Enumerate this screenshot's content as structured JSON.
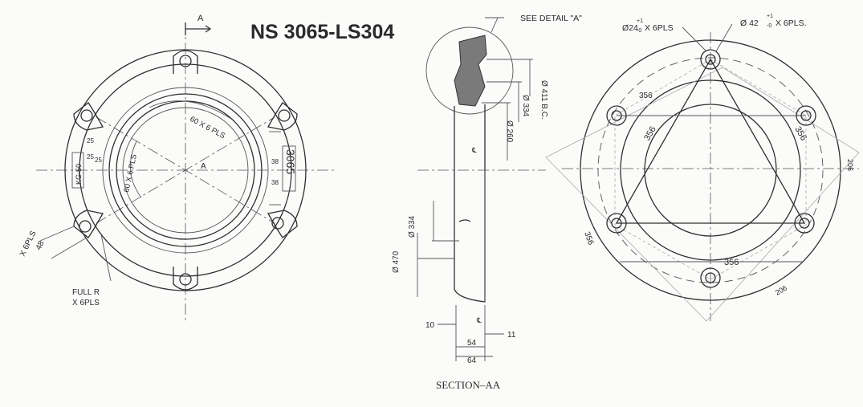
{
  "title": "NS 3065-LS304",
  "front_view": {
    "section_marker": "A",
    "center_marker": "A",
    "slot_callout": "60 X 6 PLS",
    "slot_callout_2": "60 X 6 PLS",
    "dim_25a": "25",
    "dim_25b": "25",
    "dim_25c": "25",
    "dim_38a": "38",
    "dim_38b": "38",
    "marking_left": "KG-50",
    "marking_right": "3065",
    "dim_48": "48",
    "lug_count": "X 6PLS",
    "full_r_line1": "FULL R",
    "full_r_line2": "X 6PLS"
  },
  "section_view": {
    "detail_callout": "SEE DETAIL \"A\"",
    "dia_411": "Ø 411 B.C.",
    "dia_334_top": "Ø 334",
    "dia_260": "Ø 260",
    "dia_334_bottom": "Ø 334",
    "dia_470": "Ø 470",
    "dim_10": "10",
    "dim_11": "11",
    "dim_54": "54",
    "dim_64": "64",
    "cl_mark_1": "℄",
    "cl_mark_2": "℄",
    "caption": "SECTION–AA"
  },
  "hole_view": {
    "hole_24": "Ø24",
    "hole_24_tol": "+1",
    "hole_24_tol2": "-0",
    "hole_24_count": "X 6PLS",
    "hole_42": "Ø 42",
    "hole_42_tol": "+1",
    "hole_42_tol2": "-0",
    "hole_42_count": "X 6PLS.",
    "dim_356_top": "356",
    "dim_356_left": "356",
    "dim_356_right": "356",
    "dim_356_bottom": "356",
    "dim_356_diag": "356",
    "dim_206_right": "206",
    "dim_206_bottom": "206"
  },
  "colors": {
    "ink": "#2f2f2f",
    "paper": "#fbfbfa",
    "hatch": "#7a7a7a"
  }
}
